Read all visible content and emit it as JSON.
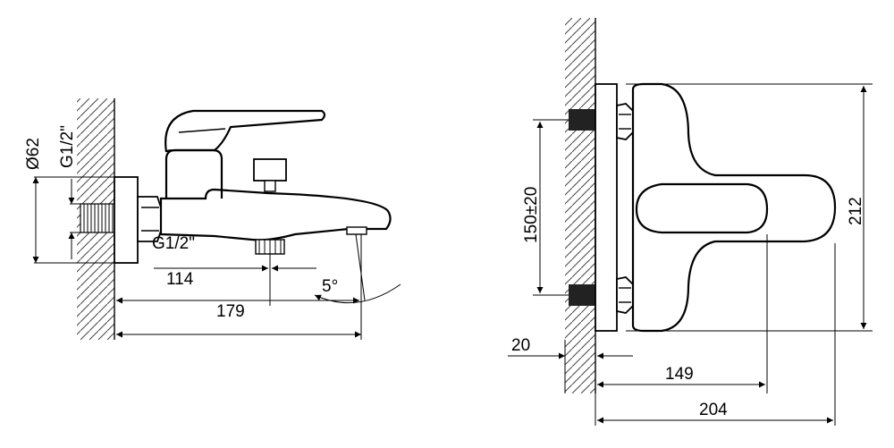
{
  "side_view": {
    "diameter_label": "Ø62",
    "thread_label_top": "G1/2\"",
    "thread_label_bottom": "G1/2\"",
    "spout_dim_label": "114",
    "length_label": "179",
    "angle_label": "5°"
  },
  "front_view": {
    "height_label": "212",
    "centers_label": "150±20",
    "wall_depth_label": "20",
    "handle_depth_label": "149",
    "total_depth_label": "204"
  }
}
